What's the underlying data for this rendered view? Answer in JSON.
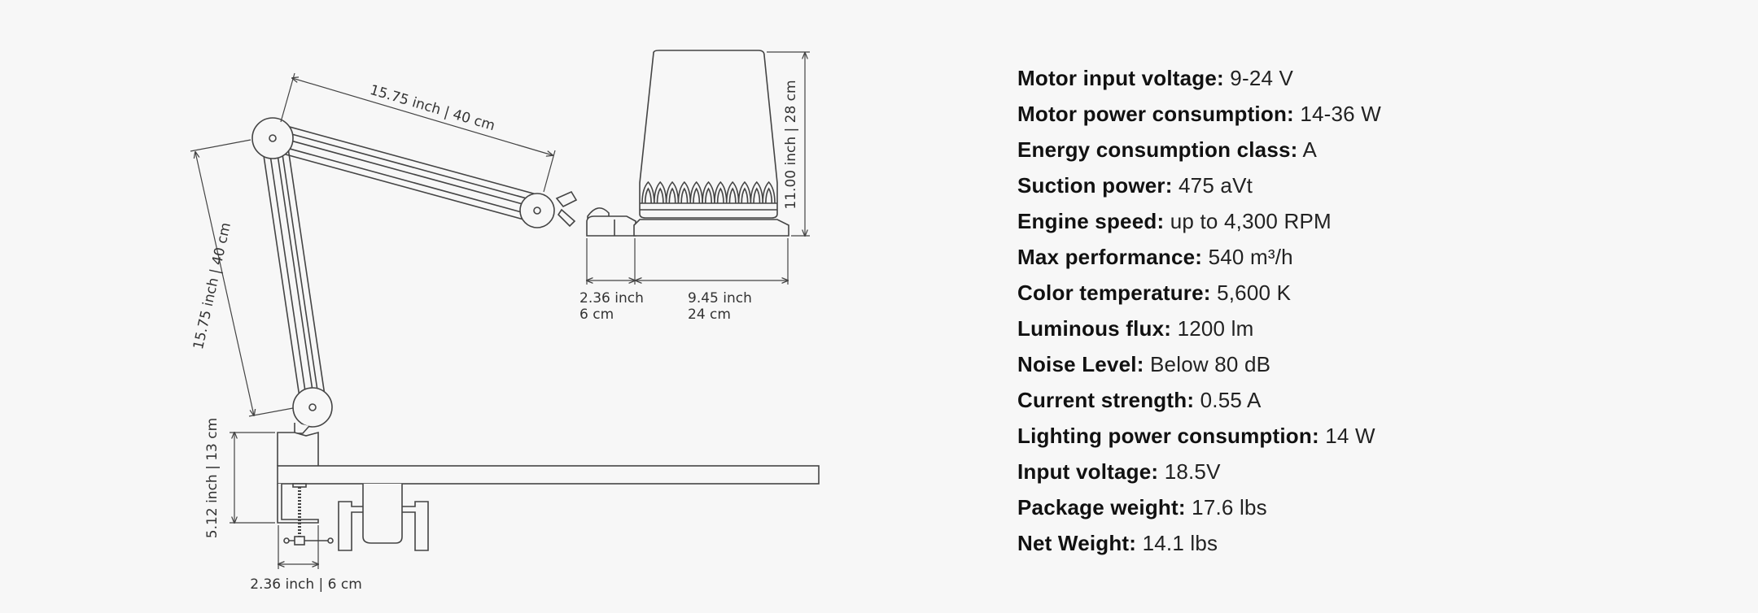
{
  "diagram": {
    "labels": {
      "upper_arm": "15.75 inch | 40 cm",
      "lower_arm": "15.75 inch | 40 cm",
      "shade_height": "11.00 inch | 28 cm",
      "head_base_width_inch": "2.36 inch",
      "head_base_width_cm": "6 cm",
      "shade_base_width_inch": "9.45 inch",
      "shade_base_width_cm": "24 cm",
      "clamp_height": "5.12 inch | 13 cm",
      "clamp_width": "2.36 inch | 6 cm"
    }
  },
  "specs": [
    {
      "label": "Motor input voltage:",
      "value": "9-24 V"
    },
    {
      "label": "Motor power consumption:",
      "value": "14-36 W"
    },
    {
      "label": "Energy consumption class:",
      "value": "A"
    },
    {
      "label": "Suction power:",
      "value": "475 aVt"
    },
    {
      "label": "Engine speed:",
      "value": "up to 4,300 RPM"
    },
    {
      "label": "Max performance:",
      "value": "540 m³/h"
    },
    {
      "label": "Color temperature:",
      "value": "5,600 K"
    },
    {
      "label": "Luminous flux:",
      "value": "1200 lm"
    },
    {
      "label": "Noise Level:",
      "value": "Below 80 dB"
    },
    {
      "label": "Current strength:",
      "value": "0.55 A"
    },
    {
      "label": "Lighting power consumption:",
      "value": "14 W"
    },
    {
      "label": "Input voltage:",
      "value": "18.5V"
    },
    {
      "label": "Package weight:",
      "value": "17.6 lbs"
    },
    {
      "label": "Net Weight:",
      "value": "14.1 lbs"
    }
  ]
}
